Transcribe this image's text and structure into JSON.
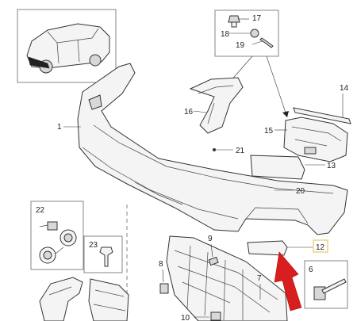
{
  "callouts": {
    "c1": "1",
    "c6": "6",
    "c7": "7",
    "c8": "8",
    "c9": "9",
    "c10": "10",
    "c12": "12",
    "c13": "13",
    "c14": "14",
    "c15": "15",
    "c16": "16",
    "c17": "17",
    "c18": "18",
    "c19": "19",
    "c20": "20",
    "c21": "21",
    "c22": "22",
    "c23": "23"
  },
  "colors": {
    "arrow": "#d81e1e",
    "highlight_box": "#e8b84a"
  }
}
